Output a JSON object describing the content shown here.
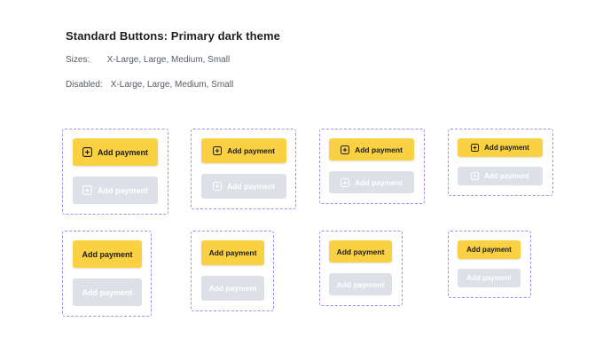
{
  "header": {
    "title": "Standard Buttons: Primary dark theme",
    "sizes_label": "Sizes:",
    "sizes_value": "X-Large, Large, Medium, Small",
    "disabled_label": "Disabled:",
    "disabled_value": "X-Large, Large, Medium, Small"
  },
  "buttons": {
    "label": "Add payment",
    "icon": "plus-square-icon"
  },
  "colors": {
    "primary": "#f9d142",
    "disabled_bg": "#dde0e6",
    "frame_border": "#a58cf0",
    "text_dark": "#1b1b1b"
  }
}
